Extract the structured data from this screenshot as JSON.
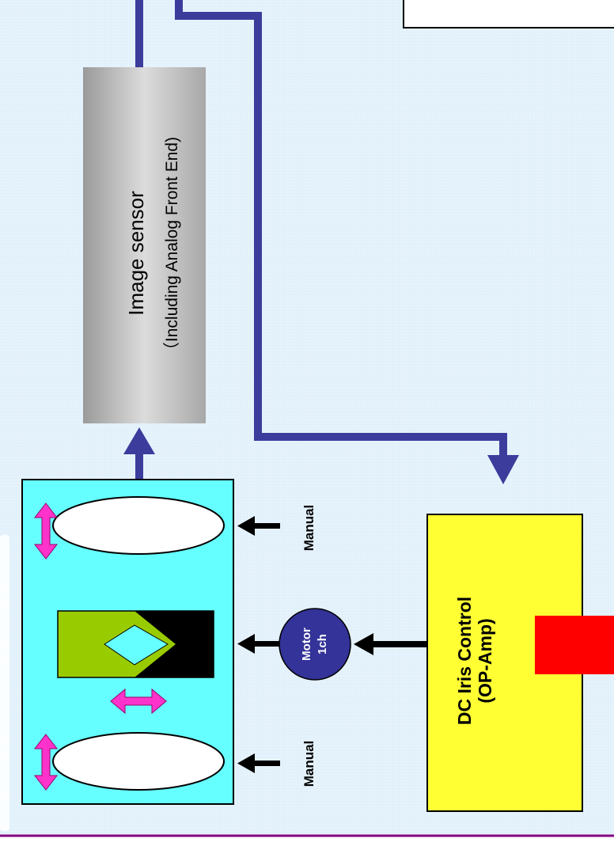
{
  "image_sensor": {
    "title": "Image sensor",
    "subtitle": "（Including Analog Front End)"
  },
  "labels": {
    "manual_top": "Manual",
    "manual_bottom": "Manual",
    "motor_line1": "Motor",
    "motor_line2": "1ch",
    "iris_line1": "DC Iris Control",
    "iris_line2": "(OP-Amp)"
  },
  "colors": {
    "background": "#E6F3FC",
    "bus_line": "#3C3C9C",
    "sensor_box": "#C8C8C8",
    "lens_box": "#66FFFF",
    "aperture_green": "#99CC00",
    "aperture_opening": "#66FFFF",
    "arrow_magenta": "#FF33CC",
    "motor_circle": "#333399",
    "iris_box": "#FFFF33",
    "red_block": "#FF0000",
    "bottom_rule": "#800080"
  },
  "icons": [
    "double-arrow-icon",
    "arrow-left-icon",
    "arrow-up-icon",
    "arrow-down-icon"
  ]
}
